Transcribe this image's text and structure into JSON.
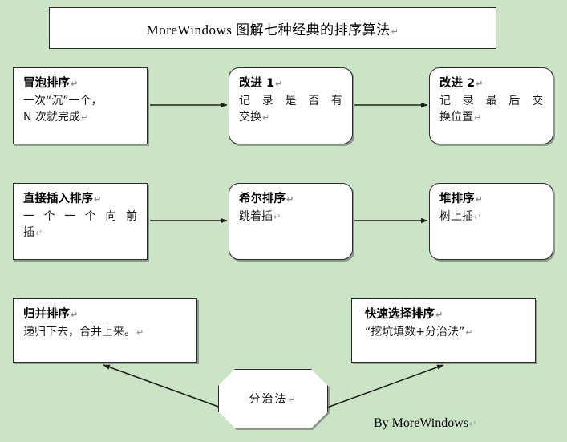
{
  "page": {
    "background_color": "#cbe4c6",
    "box_fill": "#ffffff",
    "border_color": "#2b2b2b",
    "arrow_color": "#1f1f1f"
  },
  "title": {
    "text": "MoreWindows 图解七种经典的排序算法",
    "pilcrow": "↵"
  },
  "rows": [
    {
      "id": "bubble-row",
      "nodes": [
        {
          "id": "bubble-sort",
          "head": "冒泡排序",
          "head_mark": "↵",
          "body_lines": [
            "一次“沉”一个，",
            "N 次就完成"
          ],
          "body_mark": "↵",
          "shape": "rect"
        },
        {
          "id": "improve-1",
          "head": "改进 1",
          "head_mark": "↵",
          "body_lines": [
            "记录是否有",
            "交换"
          ],
          "body_mark": "↵",
          "shape": "rounded"
        },
        {
          "id": "improve-2",
          "head": "改进 2",
          "head_mark": "↵",
          "body_lines": [
            "记录最后交",
            "换位置"
          ],
          "body_mark": "↵",
          "shape": "rounded"
        }
      ]
    },
    {
      "id": "insertion-row",
      "nodes": [
        {
          "id": "insertion-sort",
          "head": "直接插入排序",
          "head_mark": "↵",
          "body_lines": [
            "一个一个向前",
            "插"
          ],
          "body_mark": "↵",
          "shape": "rect"
        },
        {
          "id": "shell-sort",
          "head": "希尔排序",
          "head_mark": "↵",
          "body_lines": [
            "跳着插"
          ],
          "body_mark": "↵",
          "shape": "rounded"
        },
        {
          "id": "heap-sort",
          "head": "堆排序",
          "head_mark": "↵",
          "body_lines": [
            "树上插"
          ],
          "body_mark": "↵",
          "shape": "rounded"
        }
      ]
    },
    {
      "id": "divide-row",
      "nodes": [
        {
          "id": "merge-sort",
          "head": "归并排序",
          "head_mark": "↵",
          "body_lines": [
            "递归下去，合并上来。"
          ],
          "body_mark": "↵",
          "shape": "rect"
        },
        {
          "id": "quick-sort",
          "head": "快速选择排序",
          "head_mark": "↵",
          "body_lines": [
            "“挖坑填数+分治法”"
          ],
          "body_mark": "↵",
          "shape": "rect"
        }
      ]
    }
  ],
  "octagon": {
    "label": "分治法",
    "mark": "↵"
  },
  "signature": {
    "text": "By MoreWindows",
    "mark": "↵"
  },
  "arrows": [
    {
      "id": "bubble-to-improve1",
      "from": "bubble-sort",
      "to": "improve-1",
      "direction": "right"
    },
    {
      "id": "improve1-to-improve2",
      "from": "improve-1",
      "to": "improve-2",
      "direction": "right"
    },
    {
      "id": "insertion-to-shell",
      "from": "insertion-sort",
      "to": "shell-sort",
      "direction": "right"
    },
    {
      "id": "shell-to-heap",
      "from": "shell-sort",
      "to": "heap-sort",
      "direction": "right"
    },
    {
      "id": "divide-to-merge",
      "from": "divide-conquer",
      "to": "merge-sort",
      "direction": "up-left"
    },
    {
      "id": "divide-to-quick",
      "from": "divide-conquer",
      "to": "quick-sort",
      "direction": "up-right"
    }
  ]
}
